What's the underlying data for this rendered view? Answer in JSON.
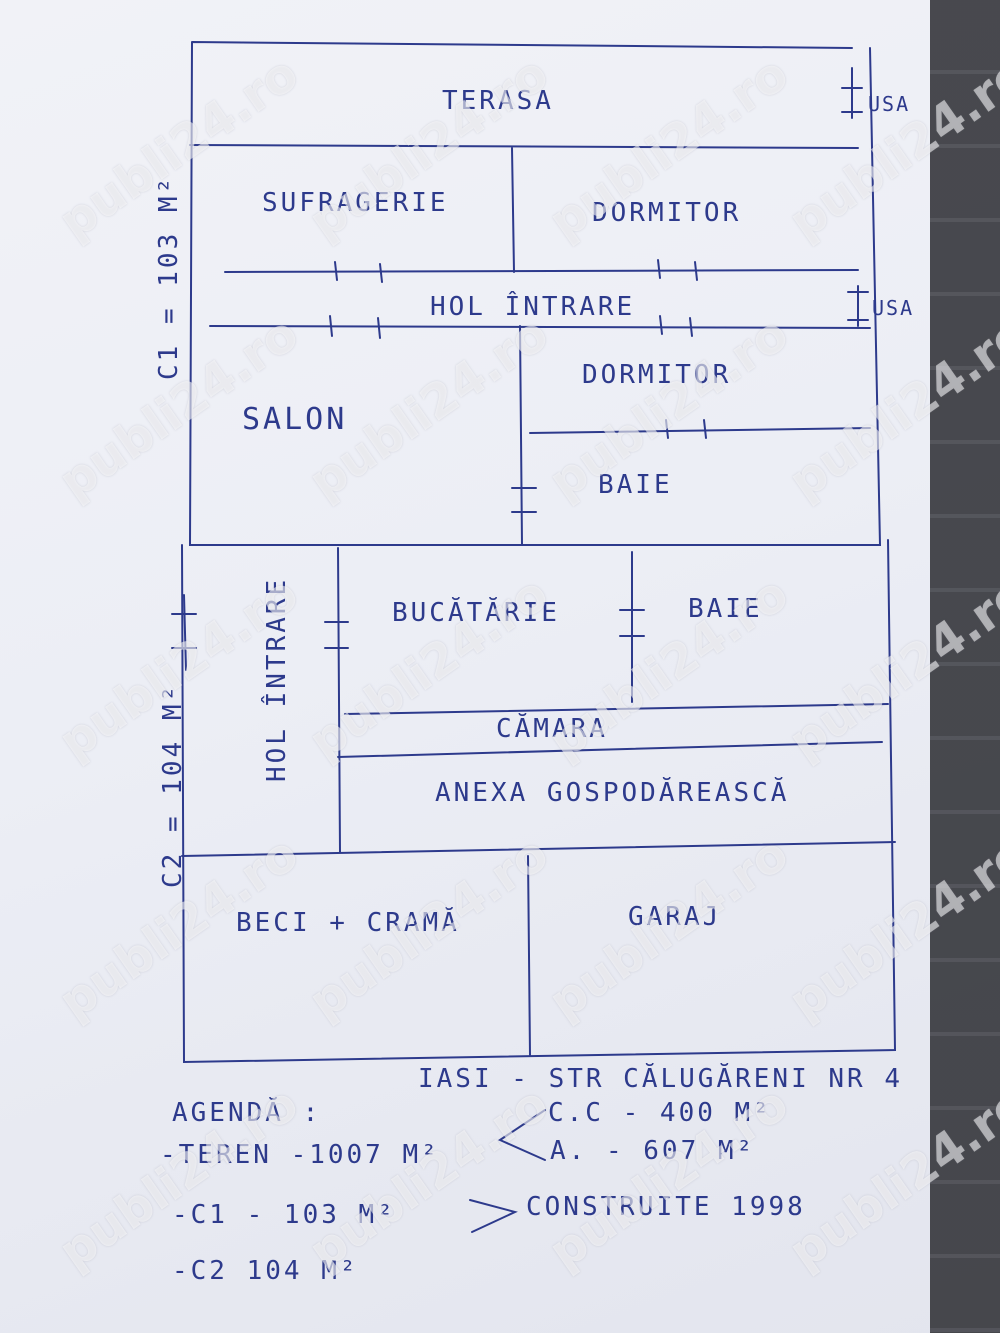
{
  "rooms": {
    "terasa": "TERASA",
    "sufragerie": "SUFRAGERIE",
    "dormitor1": "DORMITOR",
    "hol_intrare": "HOL ÎNTRARE",
    "salon": "SALON",
    "dormitor2": "DORMITOR",
    "baie1": "BAIE",
    "bucatarie": "BUCĂTĂRIE",
    "baie2": "BAIE",
    "hol_intrare_c2": "HOL ÎNTRARE",
    "camara": "CĂMARA",
    "anexa": "ANEXA GOSPODĂREASCĂ",
    "beci": "BECI + CRAMĂ",
    "garaj": "GARAJ"
  },
  "doors": {
    "usa_top": "USA",
    "usa_mid": "USA"
  },
  "dimensions": {
    "c1": "C1 = 103 M²",
    "c2": "C2 = 104 M²"
  },
  "address": "IASI - STR CĂLUGĂRENI NR 4",
  "agenda": {
    "title": "AGENDĂ :",
    "teren": "-TEREN -1007 M²",
    "cc": "C.C - 400 M²",
    "a": "A. - 607 M²",
    "c1": "-C1 - 103 M²",
    "c2": "-C2  104 M²",
    "constructed": "CONSTRUITE 1998"
  },
  "watermark": "publi24.ro"
}
